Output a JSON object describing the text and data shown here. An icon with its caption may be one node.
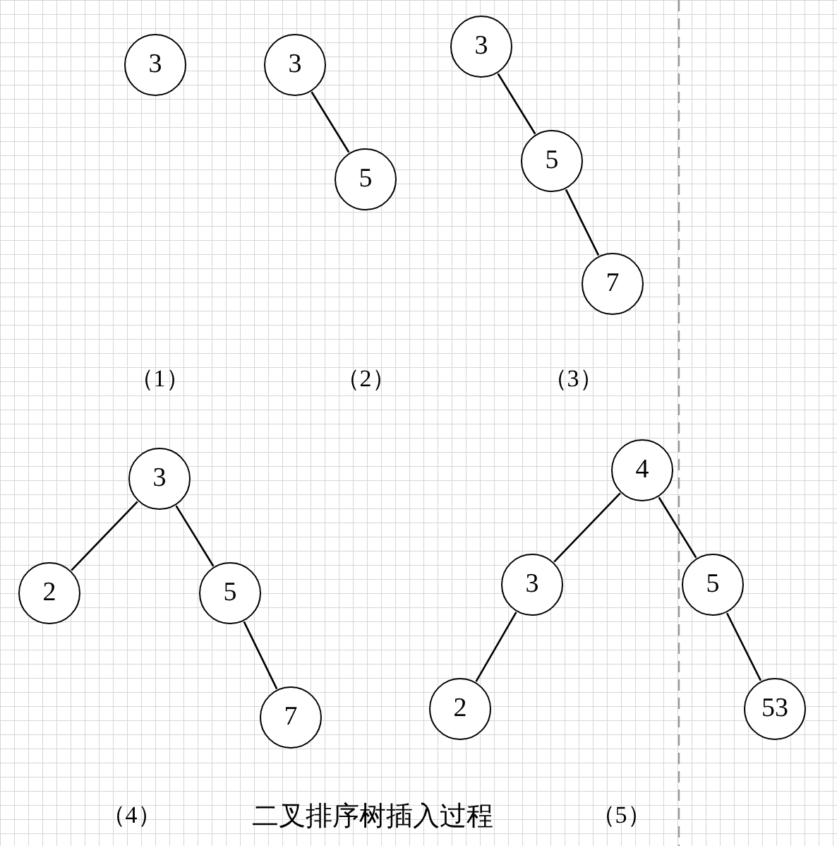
{
  "diagram": {
    "caption": "二叉排序树插入过程",
    "nodes": [
      {
        "text": [
          "3"
        ]
      },
      {
        "text": [
          "3"
        ]
      },
      {
        "text": [
          "5"
        ]
      },
      {
        "text": [
          "3"
        ]
      },
      {
        "text": [
          "5"
        ]
      },
      {
        "text": [
          "7"
        ]
      },
      {
        "text": [
          "3"
        ]
      },
      {
        "text": [
          "2"
        ]
      },
      {
        "text": [
          "5"
        ]
      },
      {
        "text": [
          "7"
        ]
      },
      {
        "text": [
          "4"
        ]
      },
      {
        "text": [
          "3"
        ]
      },
      {
        "text": [
          "5"
        ]
      },
      {
        "text": [
          "2"
        ]
      },
      {
        "text": [
          "53"
        ]
      }
    ],
    "edges": [
      {
        "from": 1,
        "to": 2,
        "arrow": "none"
      },
      {
        "from": 3,
        "to": 4,
        "arrow": "none"
      },
      {
        "from": 4,
        "to": 5,
        "arrow": "none"
      },
      {
        "from": 6,
        "to": 7,
        "arrow": "none"
      },
      {
        "from": 6,
        "to": 8,
        "arrow": "none"
      },
      {
        "from": 8,
        "to": 9,
        "arrow": "none"
      },
      {
        "from": 10,
        "to": 11,
        "arrow": "none"
      },
      {
        "from": 10,
        "to": 12,
        "arrow": "none"
      },
      {
        "from": 11,
        "to": 13,
        "arrow": "none"
      },
      {
        "from": 12,
        "to": 14,
        "arrow": "none"
      }
    ],
    "labels": [
      "（1）",
      "（2）",
      "（3）",
      "（4）",
      "（5）"
    ]
  }
}
